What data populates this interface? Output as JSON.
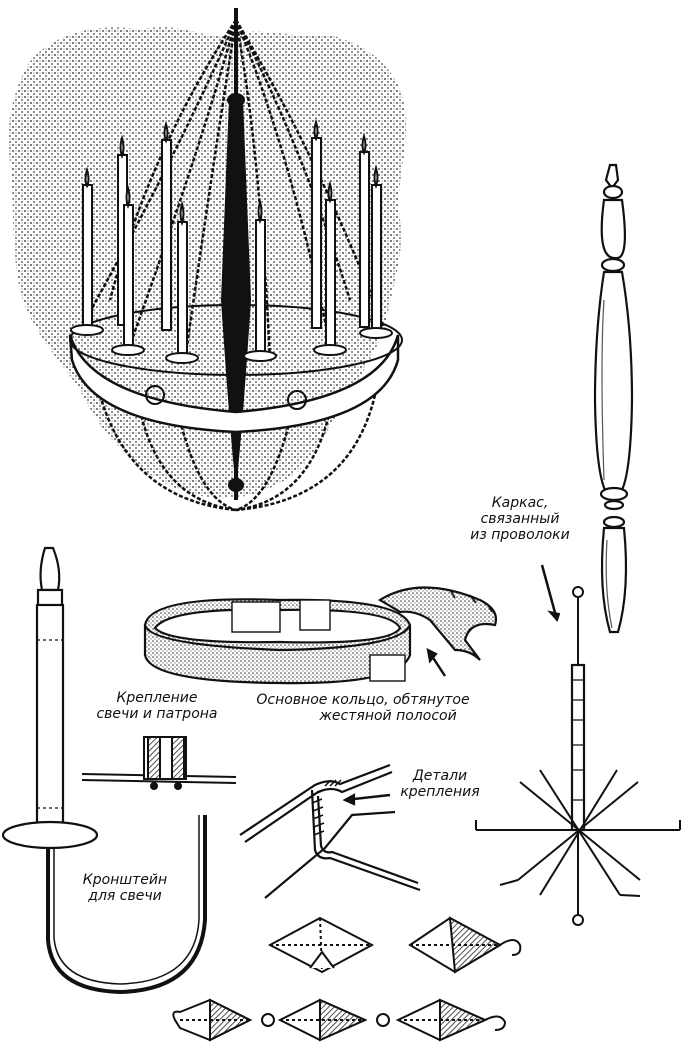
{
  "labels": {
    "frame": [
      "Каркас,",
      "связанный",
      "из проволоки"
    ],
    "mount": [
      "Крепление",
      "свечи и патрона"
    ],
    "ring": [
      "Основное кольцо, обтянутое",
      "жестяной полосой"
    ],
    "parts": [
      "Детали",
      "крепления"
    ],
    "bracket": [
      "Кронштейн",
      "для свечи"
    ]
  },
  "colors": {
    "ink": "#111111",
    "paper": "#ffffff",
    "shade": "#9a9a9a"
  }
}
